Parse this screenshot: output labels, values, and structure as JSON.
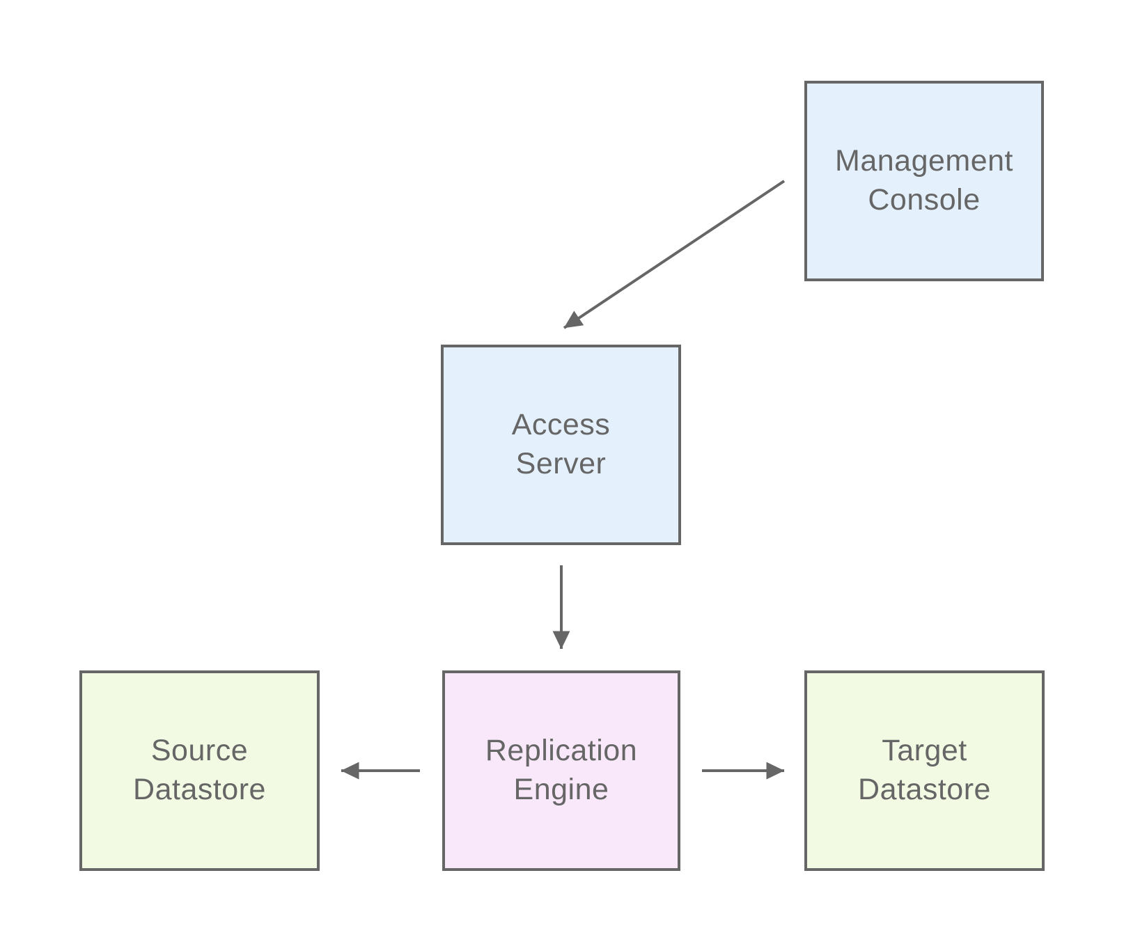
{
  "diagram": {
    "nodes": [
      {
        "id": "management-console",
        "label": "Management\nConsole",
        "fill": "#e4f1fc",
        "border": "#666666"
      },
      {
        "id": "access-server",
        "label": "Access\nServer",
        "fill": "#e4f1fc",
        "border": "#666666"
      },
      {
        "id": "replication-engine",
        "label": "Replication\nEngine",
        "fill": "#f9e7fa",
        "border": "#666666"
      },
      {
        "id": "source-datastore",
        "label": "Source\nDatastore",
        "fill": "#f2fae3",
        "border": "#666666"
      },
      {
        "id": "target-datastore",
        "label": "Target\nDatastore",
        "fill": "#f2fae3",
        "border": "#666666"
      }
    ],
    "edges": [
      {
        "from": "management-console",
        "to": "access-server"
      },
      {
        "from": "access-server",
        "to": "replication-engine"
      },
      {
        "from": "replication-engine",
        "to": "source-datastore"
      },
      {
        "from": "replication-engine",
        "to": "target-datastore"
      }
    ],
    "colors": {
      "arrow": "#666666",
      "label_text": "#666666",
      "background": "#ffffff"
    }
  }
}
